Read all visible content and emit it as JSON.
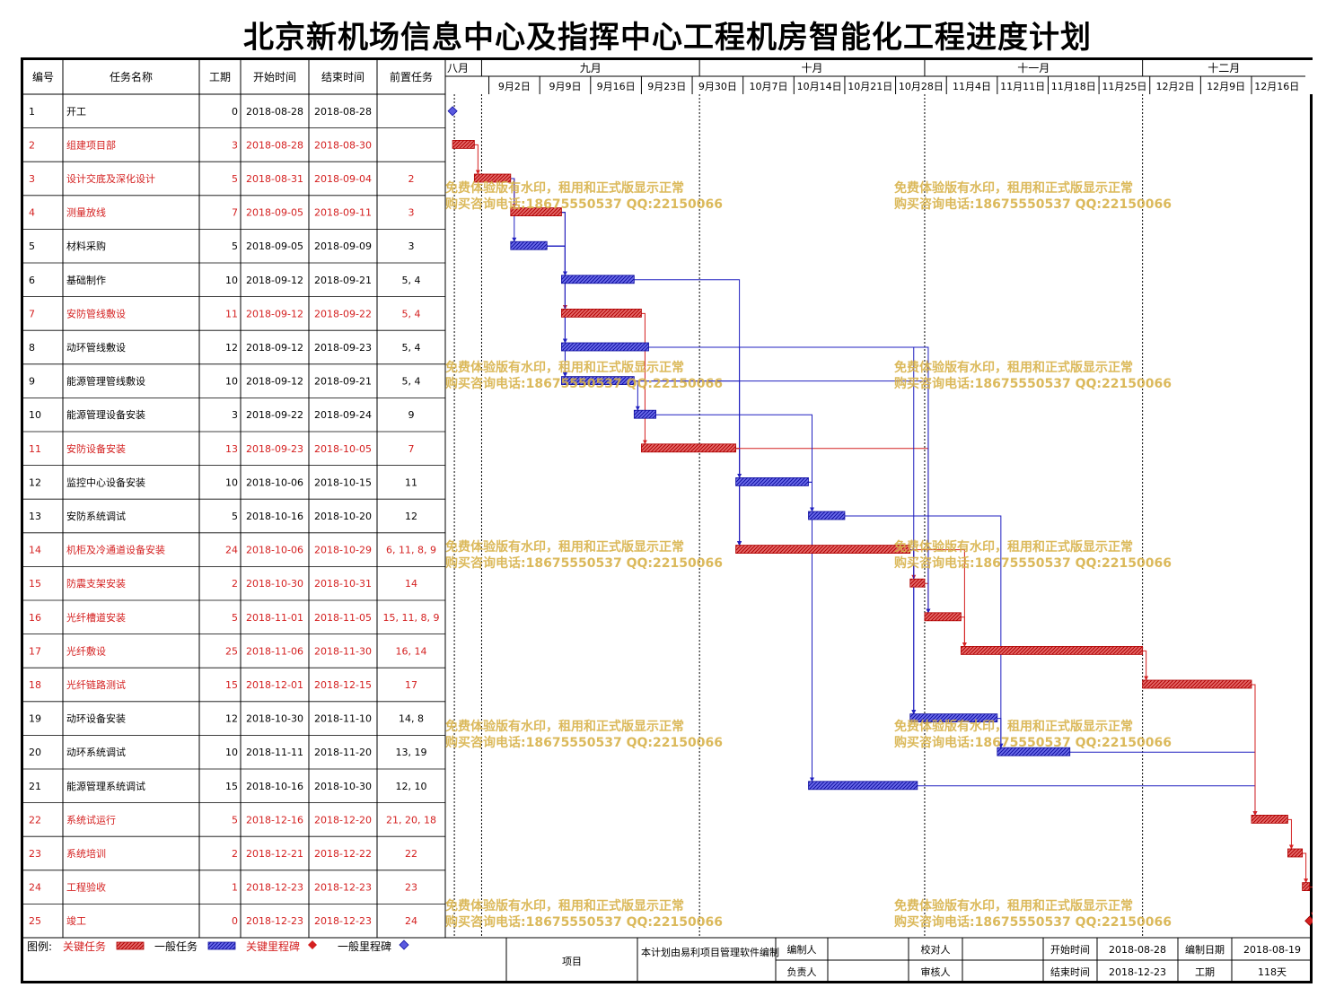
{
  "title": "北京新机场信息中心及指挥中心工程机房智能化工程进度计划",
  "table_headers": [
    "编号",
    "任务名称",
    "工期",
    "开始时间",
    "结束时间",
    "前置任务"
  ],
  "chart_data": {
    "type": "gantt",
    "title": "北京新机场信息中心及指挥中心工程机房智能化工程进度计划",
    "timeline": {
      "start": "2018-08-28",
      "months": [
        "八月",
        "九月",
        "十月",
        "十一月",
        "十二月"
      ],
      "weeks": [
        "9月2日",
        "9月9日",
        "9月16日",
        "9月23日",
        "9月30日",
        "10月7日",
        "10月14日",
        "10月21日",
        "10月28日",
        "11月4日",
        "11月11日",
        "11月18日",
        "11月25日",
        "12月2日",
        "12月9日",
        "12月16日"
      ]
    },
    "tasks": [
      {
        "id": "1",
        "name": "开工",
        "duration": "0",
        "start": "2018-08-28",
        "end": "2018-08-28",
        "pred": "",
        "critical": false
      },
      {
        "id": "2",
        "name": "组建项目部",
        "duration": "3",
        "start": "2018-08-28",
        "end": "2018-08-30",
        "pred": "",
        "critical": true
      },
      {
        "id": "3",
        "name": "设计交底及深化设计",
        "duration": "5",
        "start": "2018-08-31",
        "end": "2018-09-04",
        "pred": "2",
        "critical": true
      },
      {
        "id": "4",
        "name": "测量放线",
        "duration": "7",
        "start": "2018-09-05",
        "end": "2018-09-11",
        "pred": "3",
        "critical": true
      },
      {
        "id": "5",
        "name": "材料采购",
        "duration": "5",
        "start": "2018-09-05",
        "end": "2018-09-09",
        "pred": "3",
        "critical": false
      },
      {
        "id": "6",
        "name": "基础制作",
        "duration": "10",
        "start": "2018-09-12",
        "end": "2018-09-21",
        "pred": "5, 4",
        "critical": false
      },
      {
        "id": "7",
        "name": "安防管线敷设",
        "duration": "11",
        "start": "2018-09-12",
        "end": "2018-09-22",
        "pred": "5, 4",
        "critical": true
      },
      {
        "id": "8",
        "name": "动环管线敷设",
        "duration": "12",
        "start": "2018-09-12",
        "end": "2018-09-23",
        "pred": "5, 4",
        "critical": false
      },
      {
        "id": "9",
        "name": "能源管理管线敷设",
        "duration": "10",
        "start": "2018-09-12",
        "end": "2018-09-21",
        "pred": "5, 4",
        "critical": false
      },
      {
        "id": "10",
        "name": "能源管理设备安装",
        "duration": "3",
        "start": "2018-09-22",
        "end": "2018-09-24",
        "pred": "9",
        "critical": false
      },
      {
        "id": "11",
        "name": "安防设备安装",
        "duration": "13",
        "start": "2018-09-23",
        "end": "2018-10-05",
        "pred": "7",
        "critical": true
      },
      {
        "id": "12",
        "name": "监控中心设备安装",
        "duration": "10",
        "start": "2018-10-06",
        "end": "2018-10-15",
        "pred": "11",
        "critical": false
      },
      {
        "id": "13",
        "name": "安防系统调试",
        "duration": "5",
        "start": "2018-10-16",
        "end": "2018-10-20",
        "pred": "12",
        "critical": false
      },
      {
        "id": "14",
        "name": "机柜及冷通道设备安装",
        "duration": "24",
        "start": "2018-10-06",
        "end": "2018-10-29",
        "pred": "6, 11, 8, 9",
        "critical": true
      },
      {
        "id": "15",
        "name": "防震支架安装",
        "duration": "2",
        "start": "2018-10-30",
        "end": "2018-10-31",
        "pred": "14",
        "critical": true
      },
      {
        "id": "16",
        "name": "光纤槽道安装",
        "duration": "5",
        "start": "2018-11-01",
        "end": "2018-11-05",
        "pred": "15, 11, 8, 9",
        "critical": true
      },
      {
        "id": "17",
        "name": "光纤敷设",
        "duration": "25",
        "start": "2018-11-06",
        "end": "2018-11-30",
        "pred": "16, 14",
        "critical": true
      },
      {
        "id": "18",
        "name": "光纤链路测试",
        "duration": "15",
        "start": "2018-12-01",
        "end": "2018-12-15",
        "pred": "17",
        "critical": true
      },
      {
        "id": "19",
        "name": "动环设备安装",
        "duration": "12",
        "start": "2018-10-30",
        "end": "2018-11-10",
        "pred": "14, 8",
        "critical": false
      },
      {
        "id": "20",
        "name": "动环系统调试",
        "duration": "10",
        "start": "2018-11-11",
        "end": "2018-11-20",
        "pred": "13, 19",
        "critical": false
      },
      {
        "id": "21",
        "name": "能源管理系统调试",
        "duration": "15",
        "start": "2018-10-16",
        "end": "2018-10-30",
        "pred": "12, 10",
        "critical": false
      },
      {
        "id": "22",
        "name": "系统试运行",
        "duration": "5",
        "start": "2018-12-16",
        "end": "2018-12-20",
        "pred": "21, 20, 18",
        "critical": true
      },
      {
        "id": "23",
        "name": "系统培训",
        "duration": "2",
        "start": "2018-12-21",
        "end": "2018-12-22",
        "pred": "22",
        "critical": true
      },
      {
        "id": "24",
        "name": "工程验收",
        "duration": "1",
        "start": "2018-12-23",
        "end": "2018-12-23",
        "pred": "23",
        "critical": true
      },
      {
        "id": "25",
        "name": "竣工",
        "duration": "0",
        "start": "2018-12-23",
        "end": "2018-12-23",
        "pred": "24",
        "critical": true
      }
    ]
  },
  "colors": {
    "critical": "#d42020",
    "normal": "#2020c0",
    "critical_link": "#d42020",
    "normal_link": "#2020c0"
  },
  "watermark": {
    "line1": "免费体验版有水印，租用和正式版显示正常",
    "line2": "购买咨询电话:18675550537 QQ:22150066"
  },
  "legend": {
    "label": "图例:",
    "critical_task": "关键任务",
    "normal_task": "一般任务",
    "critical_milestone": "关键里程碑",
    "normal_milestone": "一般里程碑"
  },
  "footer": {
    "project_label": "项目",
    "note": "本计划由易利项目管理软件编制",
    "editor_label": "编制人",
    "editor_value": "",
    "owner_label": "负责人",
    "owner_value": "",
    "checker_label": "校对人",
    "checker_value": "",
    "reviewer_label": "审核人",
    "reviewer_value": "",
    "start_label": "开始时间",
    "start_value": "2018-08-28",
    "end_label": "结束时间",
    "end_value": "2018-12-23",
    "date_label": "编制日期",
    "date_value": "2018-08-19",
    "duration_label": "工期",
    "duration_value": "118天"
  }
}
